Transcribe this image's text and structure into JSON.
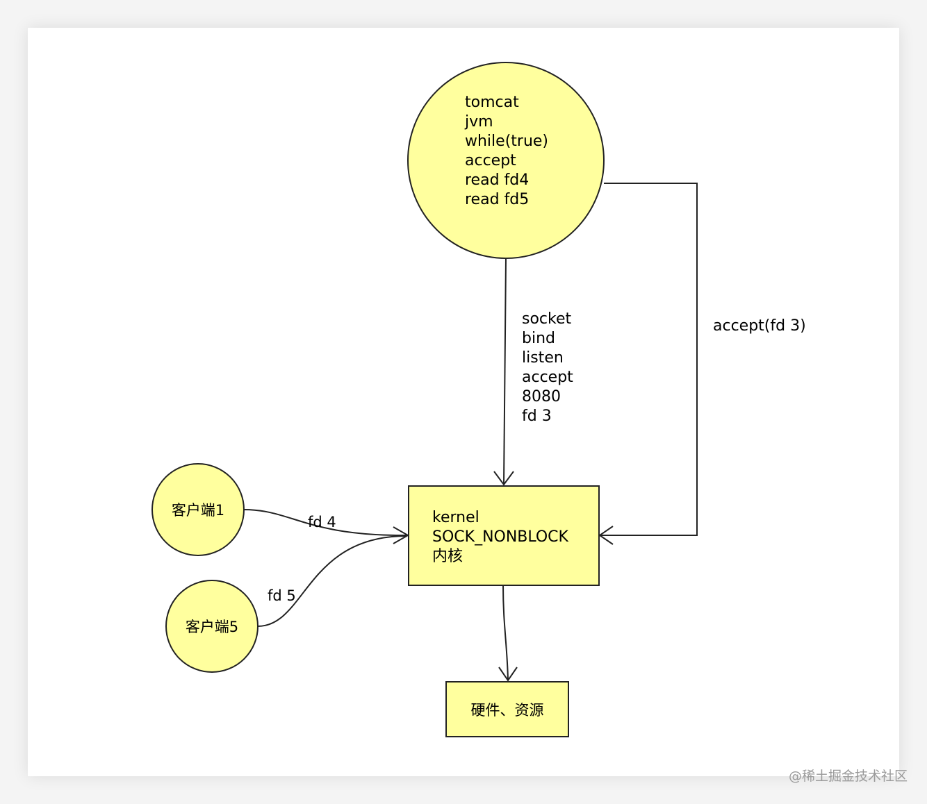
{
  "colors": {
    "node_fill": "#ffff9e",
    "stroke": "#222222"
  },
  "nodes": {
    "tomcat": {
      "lines": [
        "tomcat",
        "jvm",
        "while(true)",
        "accept",
        "read fd4",
        "read fd5"
      ]
    },
    "kernel": {
      "lines": [
        "kernel",
        "SOCK_NONBLOCK",
        "内核"
      ]
    },
    "client1": {
      "label": "客户端1"
    },
    "client5": {
      "label": "客户端5"
    },
    "hardware": {
      "label": "硬件、资源"
    }
  },
  "edges": {
    "tomcat_to_kernel": {
      "lines": [
        "socket",
        "bind",
        "listen",
        "accept",
        "8080",
        "fd 3"
      ]
    },
    "tomcat_accept_loop": {
      "label": "accept(fd 3)"
    },
    "client1_to_kernel": {
      "label": "fd 4"
    },
    "client5_to_kernel": {
      "label": "fd 5"
    }
  },
  "watermark": "@稀土掘金技术社区"
}
